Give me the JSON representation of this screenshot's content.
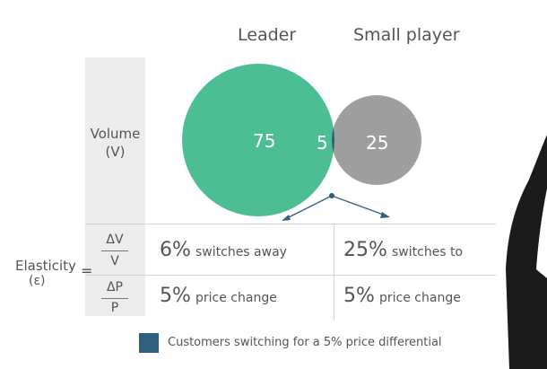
{
  "headers": {
    "leader": "Leader",
    "small_player": "Small player"
  },
  "volume_label": {
    "line1": "Volume",
    "line2": "(V)"
  },
  "venn": {
    "leader_value": "75",
    "overlap_value": "5",
    "small_value": "25"
  },
  "elasticity": {
    "label": "Elasticity",
    "symbol": "(ε)",
    "equals": "=",
    "numerator_top": "ΔV",
    "numerator_bottom": "V",
    "denominator_top": "ΔP",
    "denominator_bottom": "P"
  },
  "leader_col": {
    "row1_big": "6%",
    "row1_small": "switches away",
    "row2_big": "5%",
    "row2_small": "price change"
  },
  "small_col": {
    "row1_big": "25%",
    "row1_small": "switches to",
    "row2_big": "5%",
    "row2_small": "price change"
  },
  "legend": {
    "text": "Customers switching for a 5% price differential"
  },
  "colors": {
    "leader": "#4dbd93",
    "small_player": "#9e9e9e",
    "overlap": "#2f5f7d",
    "band": "#ececec"
  }
}
